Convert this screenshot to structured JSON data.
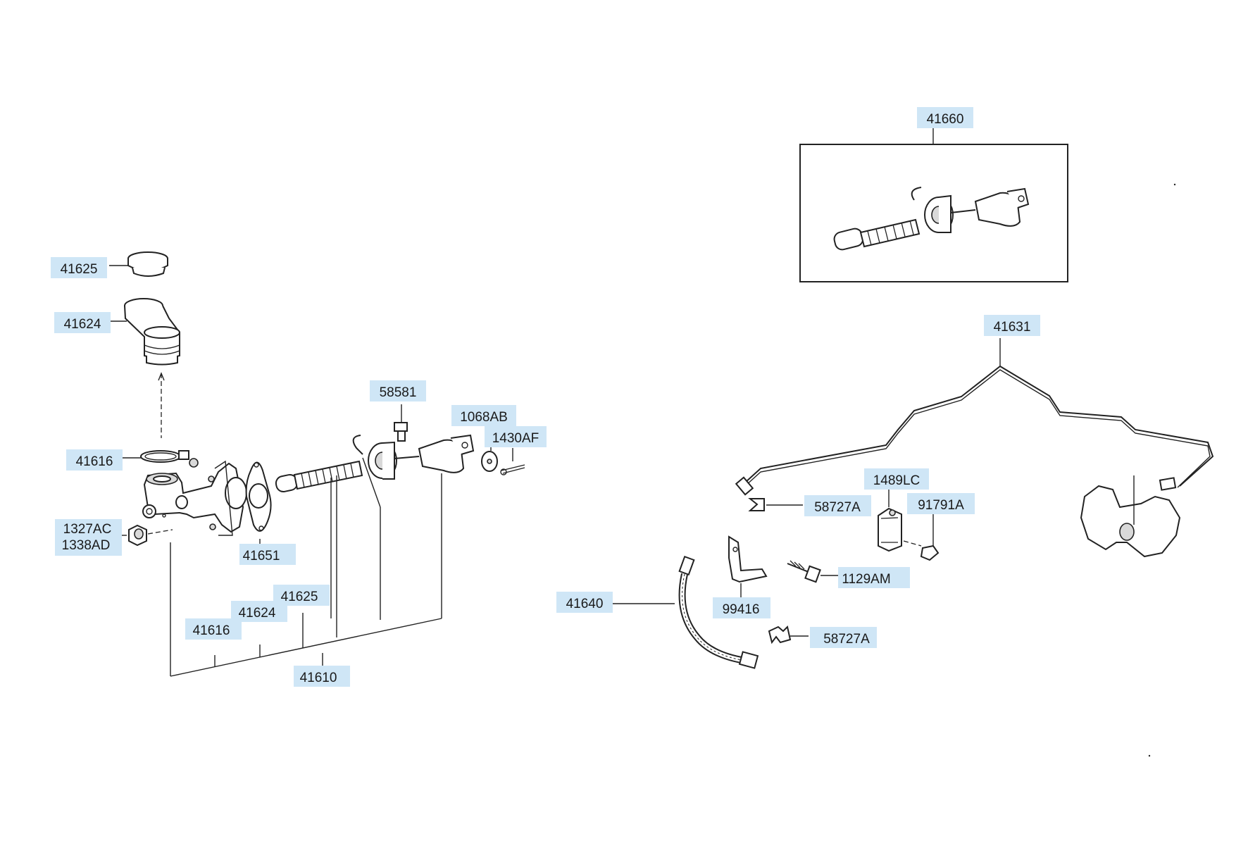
{
  "diagram": {
    "labels": [
      {
        "id": "l41660",
        "text": "41660"
      },
      {
        "id": "l41631",
        "text": "41631"
      },
      {
        "id": "l41625a",
        "text": "41625"
      },
      {
        "id": "l41624a",
        "text": "41624"
      },
      {
        "id": "l58581",
        "text": "58581"
      },
      {
        "id": "l1068AB",
        "text": "1068AB"
      },
      {
        "id": "l1430AF",
        "text": "1430AF"
      },
      {
        "id": "l41616a",
        "text": "41616"
      },
      {
        "id": "l1327AC",
        "text": "1327AC"
      },
      {
        "id": "l1338AD",
        "text": "1338AD"
      },
      {
        "id": "l41651",
        "text": "41651"
      },
      {
        "id": "l41625b",
        "text": "41625"
      },
      {
        "id": "l41624b",
        "text": "41624"
      },
      {
        "id": "l41616b",
        "text": "41616"
      },
      {
        "id": "l41610",
        "text": "41610"
      },
      {
        "id": "l1489LC",
        "text": "1489LC"
      },
      {
        "id": "l91791A",
        "text": "91791A"
      },
      {
        "id": "l58727Aa",
        "text": "58727A"
      },
      {
        "id": "l1129AM",
        "text": "1129AM"
      },
      {
        "id": "l41640",
        "text": "41640"
      },
      {
        "id": "l99416",
        "text": "99416"
      },
      {
        "id": "l58727Ab",
        "text": "58727A"
      }
    ]
  },
  "colors": {
    "label_highlight": "#cfe6f6",
    "line": "#222222"
  }
}
